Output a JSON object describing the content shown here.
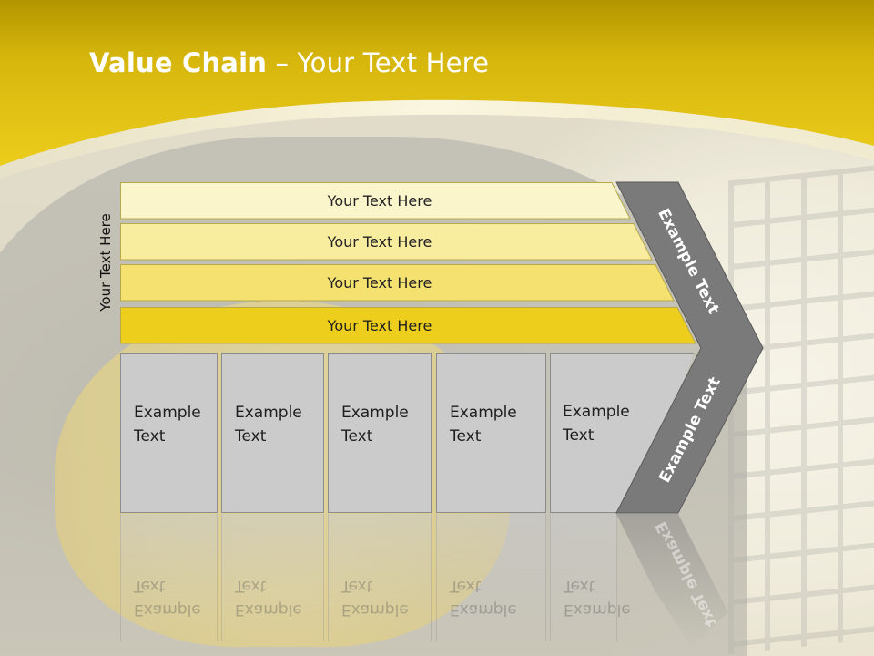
{
  "slide": {
    "title_bold": "Value Chain",
    "title_rest": " – Your Text Here",
    "side_label": "Your Text Here"
  },
  "bars": [
    {
      "label": "Your Text Here",
      "color": "#fbf5cc"
    },
    {
      "label": "Your Text Here",
      "color": "#f8ec9f"
    },
    {
      "label": "Your Text Here",
      "color": "#f4e170"
    },
    {
      "label": "Your Text Here",
      "color": "#eece1c"
    }
  ],
  "boxes": [
    {
      "line1": "Example",
      "line2": "Text"
    },
    {
      "line1": "Example",
      "line2": "Text"
    },
    {
      "line1": "Example",
      "line2": "Text"
    },
    {
      "line1": "Example",
      "line2": "Text"
    },
    {
      "line1": "Example",
      "line2": "Text"
    }
  ],
  "chevron": {
    "top_label": "Example Text",
    "bottom_label": "Example Text",
    "color": "#7a7a7a"
  },
  "colors": {
    "header_yellow": "#e8c61a",
    "header_dark": "#b39500",
    "box_fill": "#cbcbcb"
  }
}
